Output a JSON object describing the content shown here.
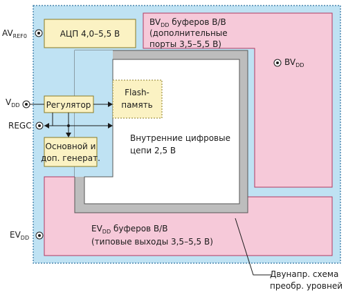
{
  "colors": {
    "chip_bg": "#bfe2f3",
    "chip_border": "#2a6f9e",
    "pink": "#f6c9d9",
    "pink_border": "#b0365f",
    "yellow": "#fbf2c3",
    "yellow_border": "#8a7a20",
    "gray_ring": "#bdbdbd",
    "gray_border": "#555555",
    "core": "#ffffff"
  },
  "pins": {
    "avref": {
      "main": "AV",
      "sub": "REF0"
    },
    "vdd": {
      "main": "V",
      "sub": "DD"
    },
    "regc": {
      "main": "REGC",
      "sub": ""
    },
    "evdd": {
      "main": "EV",
      "sub": "DD"
    },
    "bvdd": {
      "main": "BV",
      "sub": "DD"
    }
  },
  "blocks": {
    "adc": "АЦП 4,0–5,5 В",
    "regulator": "Регулятор",
    "flash": {
      "line1": "Flash-",
      "line2": "память"
    },
    "oscillator": {
      "line1": "Основной и",
      "line2": "доп. генерат."
    },
    "core": {
      "line1": "Внутренние цифровые",
      "line2": "цепи 2,5 В"
    },
    "bv_buffers": {
      "p1": "BV",
      "sub": "DD",
      "p2": " буферов В/В",
      "line2": "(дополнительные",
      "line3": "порты 3,5–5,5 В)"
    },
    "ev_buffers": {
      "p1": "EV",
      "sub": "DD",
      "p2": " буферов В/В",
      "line2": "(типовые выходы 3,5–5,5 В)"
    }
  },
  "callout": {
    "line1": "Двунапр. схема",
    "line2": "преобр. уровней"
  }
}
